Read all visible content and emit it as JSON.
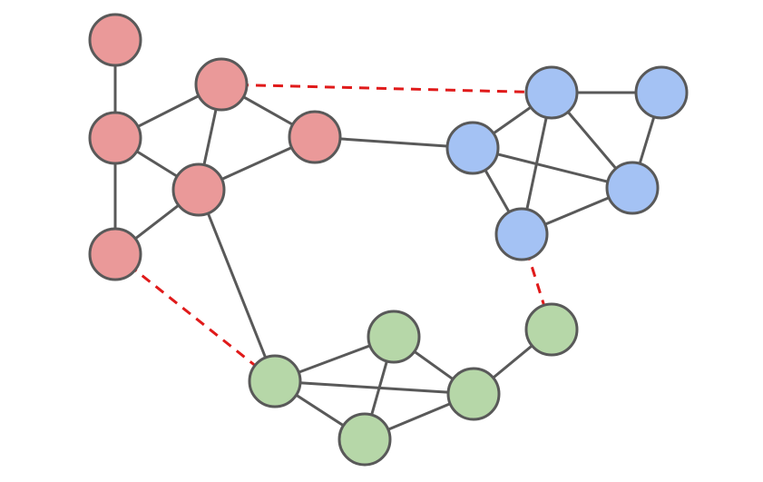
{
  "colors": {
    "red_cluster": "#ea9999",
    "blue_cluster": "#a4c2f4",
    "green_cluster": "#b6d7a8",
    "edge": "#595959",
    "inter_cluster_edge": "#e01a1a",
    "background": "#ffffff"
  },
  "graph": {
    "node_groups": [
      {
        "id": "r1",
        "group": "red_cluster"
      },
      {
        "id": "r2",
        "group": "red_cluster"
      },
      {
        "id": "r3",
        "group": "red_cluster"
      },
      {
        "id": "r4",
        "group": "red_cluster"
      },
      {
        "id": "r5",
        "group": "red_cluster"
      },
      {
        "id": "r6",
        "group": "red_cluster"
      },
      {
        "id": "b1",
        "group": "blue_cluster"
      },
      {
        "id": "b2",
        "group": "blue_cluster"
      },
      {
        "id": "b3",
        "group": "blue_cluster"
      },
      {
        "id": "b4",
        "group": "blue_cluster"
      },
      {
        "id": "b5",
        "group": "blue_cluster"
      },
      {
        "id": "g1",
        "group": "green_cluster"
      },
      {
        "id": "g2",
        "group": "green_cluster"
      },
      {
        "id": "g3",
        "group": "green_cluster"
      },
      {
        "id": "g4",
        "group": "green_cluster"
      },
      {
        "id": "g5",
        "group": "green_cluster"
      }
    ],
    "edges": [
      {
        "from": "r1",
        "to": "r2",
        "style": "solid"
      },
      {
        "from": "r2",
        "to": "r3",
        "style": "solid"
      },
      {
        "from": "r2",
        "to": "r5",
        "style": "solid"
      },
      {
        "from": "r2",
        "to": "r6",
        "style": "solid"
      },
      {
        "from": "r3",
        "to": "r5",
        "style": "solid"
      },
      {
        "from": "r3",
        "to": "r4",
        "style": "solid"
      },
      {
        "from": "r4",
        "to": "r5",
        "style": "solid"
      },
      {
        "from": "r5",
        "to": "r6",
        "style": "solid"
      },
      {
        "from": "r4",
        "to": "b2",
        "style": "solid"
      },
      {
        "from": "r5",
        "to": "g1",
        "style": "solid"
      },
      {
        "from": "b1",
        "to": "b3",
        "style": "solid"
      },
      {
        "from": "b1",
        "to": "b2",
        "style": "solid"
      },
      {
        "from": "b1",
        "to": "b4",
        "style": "solid"
      },
      {
        "from": "b1",
        "to": "b5",
        "style": "solid"
      },
      {
        "from": "b3",
        "to": "b4",
        "style": "solid"
      },
      {
        "from": "b2",
        "to": "b4",
        "style": "solid"
      },
      {
        "from": "b2",
        "to": "b5",
        "style": "solid"
      },
      {
        "from": "b4",
        "to": "b5",
        "style": "solid"
      },
      {
        "from": "g1",
        "to": "g2",
        "style": "solid"
      },
      {
        "from": "g1",
        "to": "g3",
        "style": "solid"
      },
      {
        "from": "g1",
        "to": "g4",
        "style": "solid"
      },
      {
        "from": "g2",
        "to": "g3",
        "style": "solid"
      },
      {
        "from": "g2",
        "to": "g4",
        "style": "solid"
      },
      {
        "from": "g3",
        "to": "g4",
        "style": "solid"
      },
      {
        "from": "g3",
        "to": "g5",
        "style": "solid"
      },
      {
        "from": "r3",
        "to": "b1",
        "style": "dashed"
      },
      {
        "from": "r6",
        "to": "g1",
        "style": "dashed"
      },
      {
        "from": "b5",
        "to": "g5",
        "style": "dashed"
      }
    ]
  }
}
